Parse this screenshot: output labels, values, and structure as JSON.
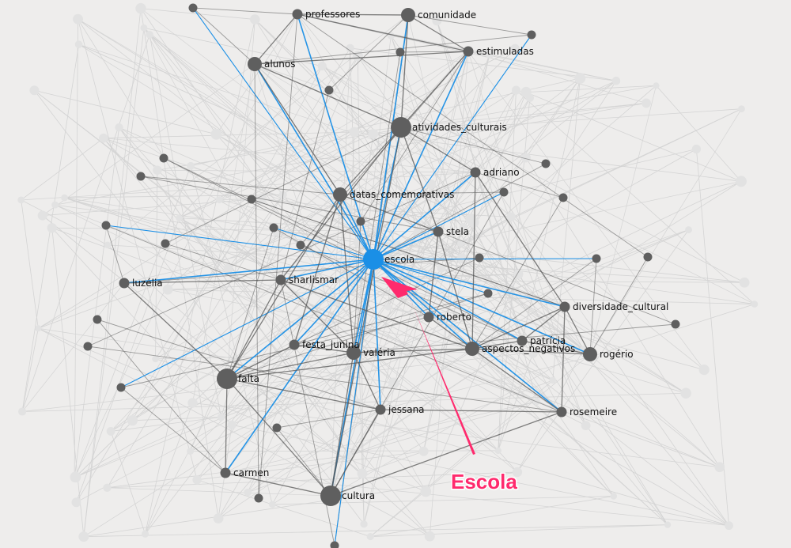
{
  "colors": {
    "background": "#eeedec",
    "node": "#5f5f5f",
    "node_faded": "#e2e2e2",
    "edge": "#555555",
    "edge_faded": "#d4d4d4",
    "highlight": "#1a8fe6",
    "callout": "#ff2a6d"
  },
  "callout": {
    "label": "Escola",
    "target": "escola"
  },
  "nodes": [
    {
      "id": "professores",
      "label": "professores",
      "size": "small"
    },
    {
      "id": "comunidade",
      "label": "comunidade",
      "size": "medium"
    },
    {
      "id": "estimuladas",
      "label": "estimuladas",
      "size": "small"
    },
    {
      "id": "alunos",
      "label": "alunos",
      "size": "medium"
    },
    {
      "id": "atividades_culturais",
      "label": "atividades_culturais",
      "size": "large"
    },
    {
      "id": "adriano",
      "label": "adriano",
      "size": "small"
    },
    {
      "id": "datas_comemorativas",
      "label": "datas_comemorativas",
      "size": "medium"
    },
    {
      "id": "stela",
      "label": "stela",
      "size": "small"
    },
    {
      "id": "escola",
      "label": "escola",
      "size": "large",
      "highlight": true
    },
    {
      "id": "luzelia",
      "label": "luzélia",
      "size": "small"
    },
    {
      "id": "sharlismar",
      "label": "sharlismar",
      "size": "small"
    },
    {
      "id": "diversidade_cultural",
      "label": "diversidade_cultural",
      "size": "small"
    },
    {
      "id": "roberto",
      "label": "roberto",
      "size": "small"
    },
    {
      "id": "patricia",
      "label": "patrícia",
      "size": "small"
    },
    {
      "id": "festa_junina",
      "label": "festa_junina",
      "size": "small"
    },
    {
      "id": "aspectos_negativos",
      "label": "aspectos_negativos",
      "size": "medium"
    },
    {
      "id": "rogerio",
      "label": "rogério",
      "size": "medium"
    },
    {
      "id": "valeria",
      "label": "valéria",
      "size": "medium"
    },
    {
      "id": "falta",
      "label": "falta",
      "size": "large"
    },
    {
      "id": "jessana",
      "label": "jessana",
      "size": "small"
    },
    {
      "id": "rosemeire",
      "label": "rosemeire",
      "size": "small"
    },
    {
      "id": "carmen",
      "label": "carmen",
      "size": "small"
    },
    {
      "id": "cultura",
      "label": "cultura",
      "size": "large"
    }
  ],
  "edges": [
    [
      "escola",
      "professores"
    ],
    [
      "escola",
      "comunidade"
    ],
    [
      "escola",
      "estimuladas"
    ],
    [
      "escola",
      "alunos"
    ],
    [
      "escola",
      "atividades_culturais"
    ],
    [
      "escola",
      "adriano"
    ],
    [
      "escola",
      "datas_comemorativas"
    ],
    [
      "escola",
      "stela"
    ],
    [
      "escola",
      "luzelia"
    ],
    [
      "escola",
      "sharlismar"
    ],
    [
      "escola",
      "diversidade_cultural"
    ],
    [
      "escola",
      "roberto"
    ],
    [
      "escola",
      "patricia"
    ],
    [
      "escola",
      "festa_junina"
    ],
    [
      "escola",
      "aspectos_negativos"
    ],
    [
      "escola",
      "rogerio"
    ],
    [
      "escola",
      "valeria"
    ],
    [
      "escola",
      "falta"
    ],
    [
      "escola",
      "jessana"
    ],
    [
      "escola",
      "rosemeire"
    ],
    [
      "escola",
      "carmen"
    ],
    [
      "escola",
      "cultura"
    ],
    [
      "professores",
      "comunidade"
    ],
    [
      "professores",
      "alunos"
    ],
    [
      "professores",
      "estimuladas"
    ],
    [
      "comunidade",
      "estimuladas"
    ],
    [
      "comunidade",
      "atividades_culturais"
    ],
    [
      "alunos",
      "estimuladas"
    ],
    [
      "alunos",
      "atividades_culturais"
    ],
    [
      "alunos",
      "datas_comemorativas"
    ],
    [
      "estimuladas",
      "atividades_culturais"
    ],
    [
      "atividades_culturais",
      "adriano"
    ],
    [
      "atividades_culturais",
      "datas_comemorativas"
    ],
    [
      "atividades_culturais",
      "stela"
    ],
    [
      "atividades_culturais",
      "cultura"
    ],
    [
      "atividades_culturais",
      "sharlismar"
    ],
    [
      "datas_comemorativas",
      "falta"
    ],
    [
      "datas_comemorativas",
      "festa_junina"
    ],
    [
      "datas_comemorativas",
      "valeria"
    ],
    [
      "datas_comemorativas",
      "stela"
    ],
    [
      "adriano",
      "diversidade_cultural"
    ],
    [
      "adriano",
      "aspectos_negativos"
    ],
    [
      "stela",
      "roberto"
    ],
    [
      "stela",
      "aspectos_negativos"
    ],
    [
      "sharlismar",
      "luzelia"
    ],
    [
      "sharlismar",
      "falta"
    ],
    [
      "sharlismar",
      "valeria"
    ],
    [
      "sharlismar",
      "aspectos_negativos"
    ],
    [
      "diversidade_cultural",
      "patricia"
    ],
    [
      "diversidade_cultural",
      "rogerio"
    ],
    [
      "diversidade_cultural",
      "aspectos_negativos"
    ],
    [
      "diversidade_cultural",
      "rosemeire"
    ],
    [
      "aspectos_negativos",
      "rogerio"
    ],
    [
      "aspectos_negativos",
      "valeria"
    ],
    [
      "aspectos_negativos",
      "falta"
    ],
    [
      "aspectos_negativos",
      "patricia"
    ],
    [
      "aspectos_negativos",
      "rosemeire"
    ],
    [
      "festa_junina",
      "valeria"
    ],
    [
      "festa_junina",
      "falta"
    ],
    [
      "valeria",
      "cultura"
    ],
    [
      "valeria",
      "falta"
    ],
    [
      "valeria",
      "jessana"
    ],
    [
      "falta",
      "carmen"
    ],
    [
      "falta",
      "cultura"
    ],
    [
      "falta",
      "jessana"
    ],
    [
      "jessana",
      "rosemeire"
    ],
    [
      "jessana",
      "cultura"
    ],
    [
      "carmen",
      "cultura"
    ],
    [
      "cultura",
      "rosemeire"
    ],
    [
      "roberto",
      "aspectos_negativos"
    ],
    [
      "patricia",
      "rogerio"
    ],
    [
      "luzelia",
      "falta"
    ]
  ]
}
